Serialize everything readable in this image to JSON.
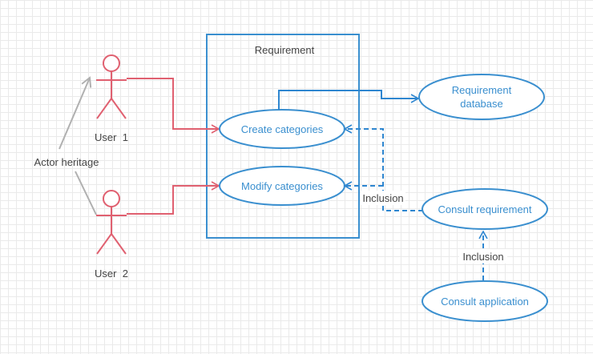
{
  "system": {
    "title": "Requirement"
  },
  "actors": [
    {
      "id": "user1",
      "label": "User  1"
    },
    {
      "id": "user2",
      "label": "User  2"
    }
  ],
  "use_cases": {
    "create_categories": "Create categories",
    "modify_categories": "Modify categories",
    "requirement_database": {
      "line1": "Requirement",
      "line2": "database"
    },
    "consult_requirement": "Consult requirement",
    "consult_application": "Consult application"
  },
  "relations": {
    "actor_heritage": "Actor heritage",
    "inclusion_1": "Inclusion",
    "inclusion_2": "Inclusion"
  },
  "colors": {
    "actor": "#e06070",
    "use_case": "#3a8fcf",
    "generalization": "#b0b0b0",
    "text": "#444444"
  }
}
